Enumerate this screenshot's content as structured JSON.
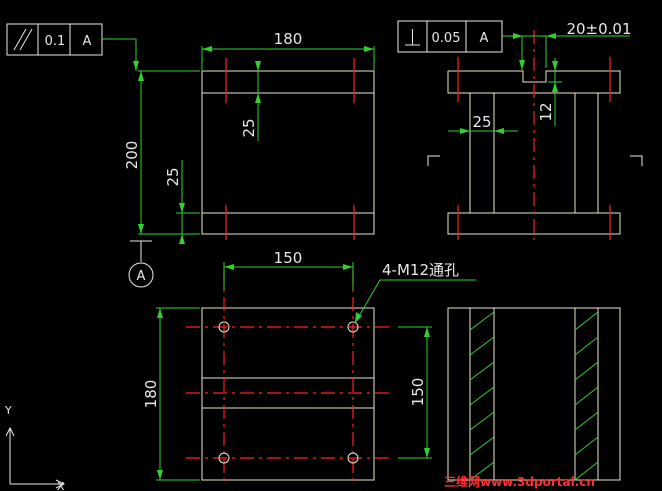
{
  "front_view": {
    "dim_width": "180",
    "dim_height": "200",
    "dim_thickness_upper": "25",
    "dim_thickness_lower": "25"
  },
  "side_view": {
    "dim_slot_width": "20±0.01",
    "dim_slot_depth": "12",
    "dim_leg_width": "25"
  },
  "top_view": {
    "dim_hole_spacing_x": "150",
    "dim_hole_spacing_y": "150",
    "dim_width": "180",
    "hole_note": "4-M12通孔"
  },
  "fcf_parallelism": {
    "symbol": "//",
    "tolerance": "0.1",
    "datum": "A"
  },
  "fcf_perpendicularity": {
    "symbol": "⊥",
    "tolerance": "0.05",
    "datum": "A"
  },
  "datum_label": "A",
  "ucs": {
    "x_label": "X",
    "y_label": "Y"
  },
  "watermark": "三维网www.3dportal.cn",
  "colors": {
    "background": "#000000",
    "object": "#e8e8c8",
    "dimension": "#2fd12f",
    "centerline": "#ff2020",
    "text": "#e8e8e8"
  }
}
